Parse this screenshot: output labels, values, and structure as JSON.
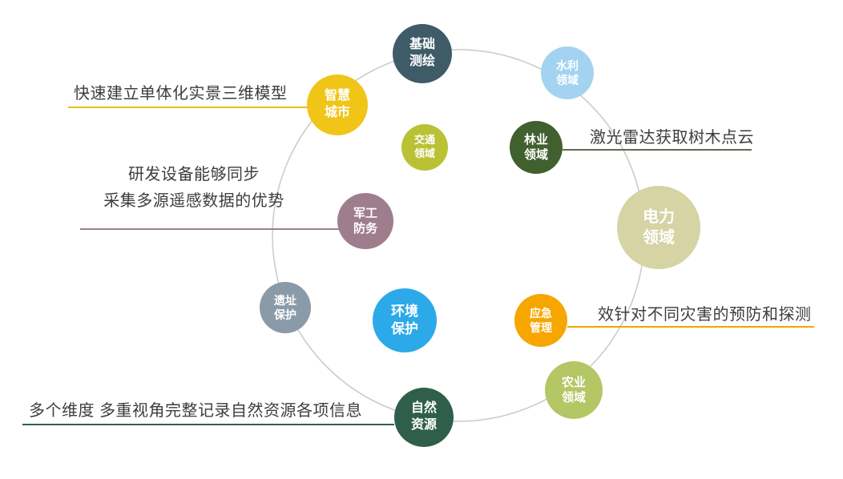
{
  "background": "#ffffff",
  "ring": {
    "color": "#c9c9c9"
  },
  "nodes": [
    {
      "id": "basic-surveying",
      "label": "基础\n测绘",
      "color": "#3F5B68",
      "text_color": "#ffffff"
    },
    {
      "id": "water-conservancy",
      "label": "水利\n领域",
      "color": "#A3D3F0",
      "text_color": "#ffffff"
    },
    {
      "id": "smart-city",
      "label": "智慧\n城市",
      "color": "#F0C518",
      "text_color": "#ffffff"
    },
    {
      "id": "transportation",
      "label": "交通\n领域",
      "color": "#B9C234",
      "text_color": "#ffffff"
    },
    {
      "id": "forestry",
      "label": "林业\n领域",
      "color": "#40602F",
      "text_color": "#ffffff"
    },
    {
      "id": "military-defense",
      "label": "军工\n防务",
      "color": "#9E7E8C",
      "text_color": "#ffffff"
    },
    {
      "id": "electric-power",
      "label": "电力\n领域",
      "color": "#D6D3A4",
      "text_color": "#ffffff"
    },
    {
      "id": "heritage-protection",
      "label": "遗址\n保护",
      "color": "#8A9AA8",
      "text_color": "#ffffff"
    },
    {
      "id": "environmental-protection",
      "label": "环境\n保护",
      "color": "#2BA9E8",
      "text_color": "#ffffff"
    },
    {
      "id": "emergency-management",
      "label": "应急\n管理",
      "color": "#F7A600",
      "text_color": "#ffffff"
    },
    {
      "id": "agriculture",
      "label": "农业\n领域",
      "color": "#B5C665",
      "text_color": "#ffffff"
    },
    {
      "id": "natural-resources",
      "label": "自然\n资源",
      "color": "#2F5F4B",
      "text_color": "#ffffff"
    }
  ],
  "annotations": [
    {
      "id": "smart-city",
      "text": "快速建立单体化实景三维模型",
      "line_color": "#E8BC16"
    },
    {
      "id": "military-defense",
      "text": "研发设备能够同步\n采集多源遥感数据的优势",
      "line_color": "#9E7E8C"
    },
    {
      "id": "forestry",
      "text": "激光雷达获取树木点云",
      "line_color": "#5F6B4F"
    },
    {
      "id": "emergency",
      "text": "效针对不同灾害的预防和探测",
      "line_color": "#F0A400"
    },
    {
      "id": "natural-resources",
      "text": "多个维度 多重视角完整记录自然资源各项信息",
      "line_color": "#2F5F4B"
    }
  ]
}
